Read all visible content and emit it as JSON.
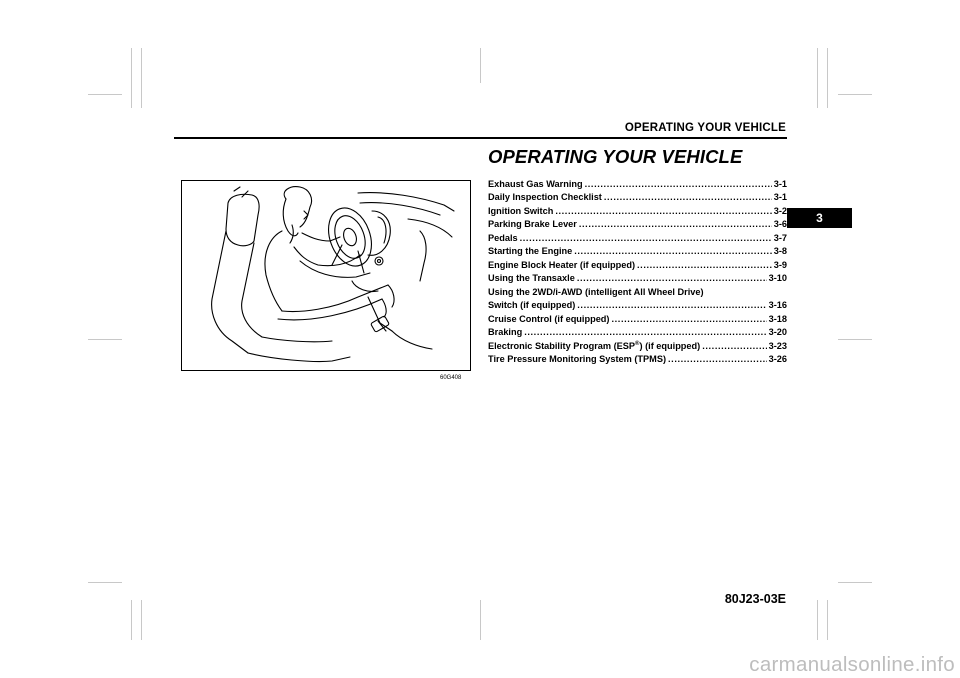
{
  "header": {
    "title": "OPERATING YOUR VEHICLE"
  },
  "chapter_tab": "3",
  "figure": {
    "code": "60G408"
  },
  "section": {
    "title": "OPERATING YOUR VEHICLE",
    "toc": [
      {
        "title": "Exhaust Gas Warning",
        "page": "3-1"
      },
      {
        "title": "Daily Inspection Checklist",
        "page": "3-1"
      },
      {
        "title": "Ignition Switch",
        "page": "3-2"
      },
      {
        "title": "Parking Brake Lever",
        "page": "3-6"
      },
      {
        "title": "Pedals",
        "page": "3-7"
      },
      {
        "title": "Starting the Engine",
        "page": "3-8"
      },
      {
        "title": "Engine Block Heater (if equipped)",
        "page": "3-9"
      },
      {
        "title": "Using the Transaxle",
        "page": "3-10"
      },
      {
        "title": "Using the 2WD/i-AWD (intelligent All Wheel Drive)",
        "page": ""
      },
      {
        "title": "Switch (if equipped)",
        "page": "3-16"
      },
      {
        "title": "Cruise Control (if equipped)",
        "page": "3-18"
      },
      {
        "title": "Braking",
        "page": "3-20"
      },
      {
        "title": "Electronic Stability Program (ESP",
        "sup": "®",
        "after": ") (if equipped)",
        "page": "3-23"
      },
      {
        "title": "Tire Pressure Monitoring System (TPMS)",
        "page": "3-26"
      }
    ]
  },
  "footer": {
    "doc_code": "80J23-03E"
  },
  "watermark": "carmanualsonline.info"
}
